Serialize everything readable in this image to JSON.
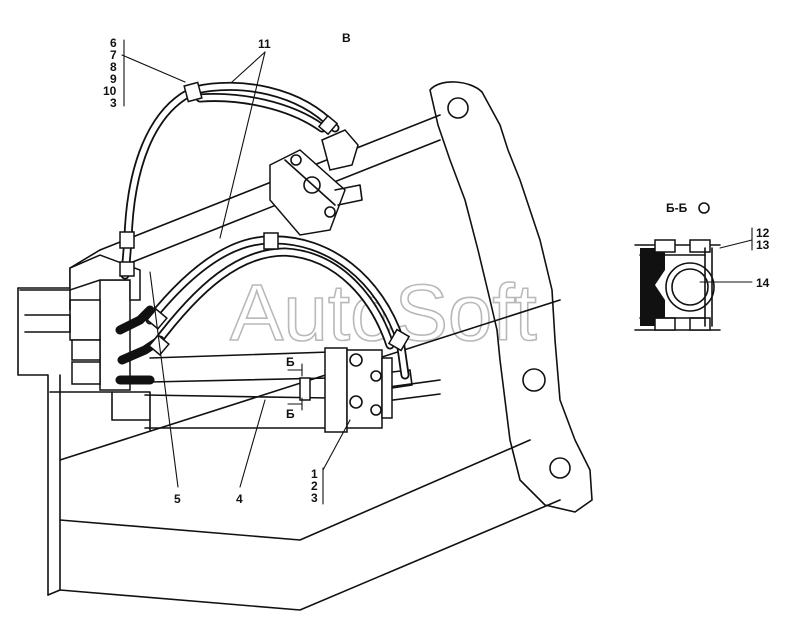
{
  "view_label": "В",
  "section_title": "Б-Б",
  "section_mark": "Б",
  "watermark": "AutoSoft",
  "callouts": {
    "group_top": [
      "6",
      "7",
      "8",
      "9",
      "10",
      "3"
    ],
    "group_bottom": [
      "1",
      "2",
      "3"
    ],
    "group_section": [
      "12",
      "13"
    ],
    "hose_11": "11",
    "part_5": "5",
    "part_4": "4",
    "part_14": "14"
  }
}
